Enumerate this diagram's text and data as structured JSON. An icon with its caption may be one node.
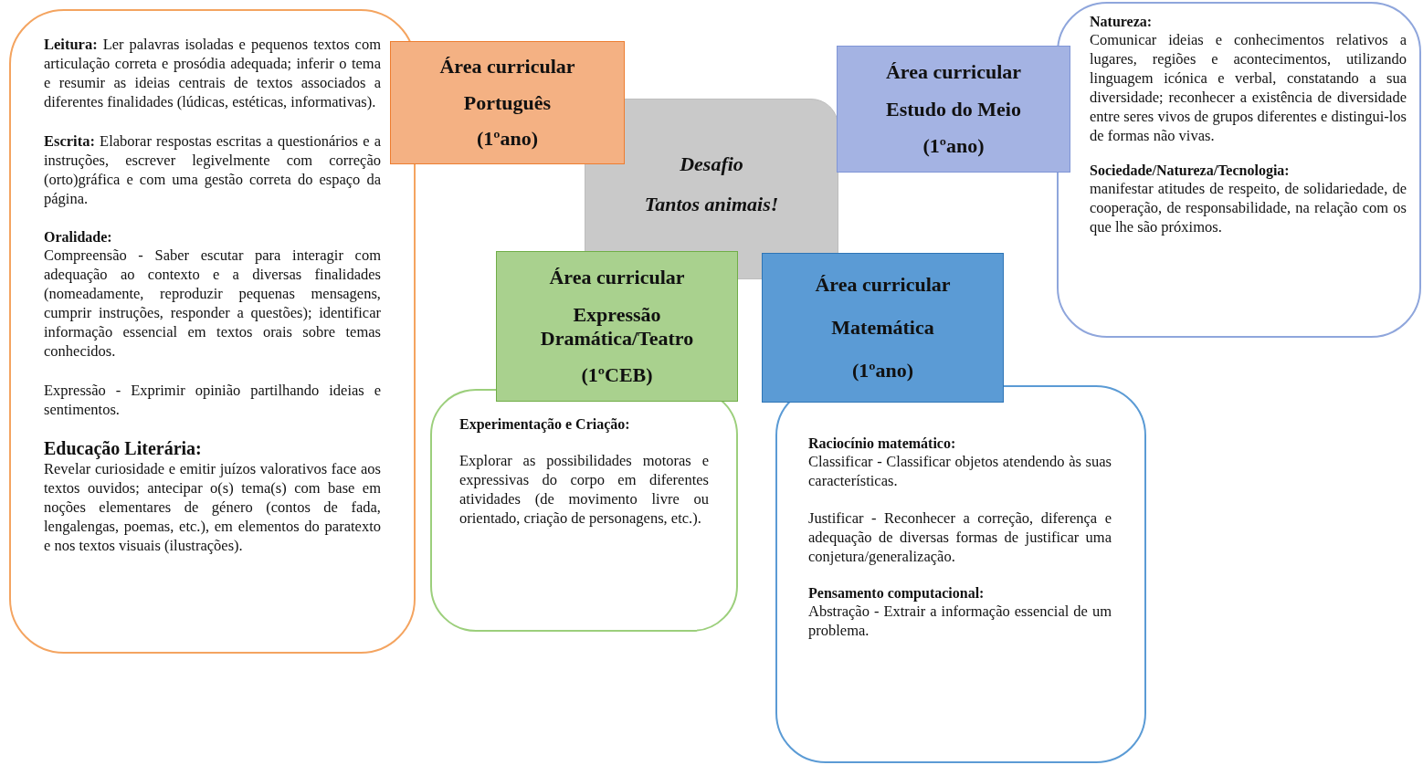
{
  "diagram": {
    "nodes": [
      {
        "text": [
          "Desafio",
          "Tantos animais!"
        ]
      },
      {
        "text": [
          "Área curricular",
          "Português",
          "(1ºano)"
        ]
      },
      {
        "text": [
          "**Leitura:** Ler palavras isoladas e pequenos textos com articulação correta e prosódia adequada; inferir o tema e resumir as ideias centrais de textos associados a diferentes finalidades (lúdicas, estéticas, informativas).",
          "**Escrita:** Elaborar respostas escritas a questionários e a instruções, escrever legivelmente com correção (orto)gráfica e com uma gestão correta do espaço da página.",
          "Oralidade:",
          "Compreensão - Saber escutar para interagir com adequação ao contexto e a diversas finalidades (nomeadamente, reproduzir pequenas mensagens, cumprir instruções, responder a questões); identificar informação essencial em textos orais sobre temas conhecidos.",
          "Expressão - Exprimir opinião partilhando ideias e sentimentos.",
          "Educação Literária:",
          "Revelar curiosidade e emitir juízos valorativos face aos textos ouvidos; antecipar o(s) tema(s) com base em noções elementares de género (contos de fada, lengalengas, poemas, etc.), em elementos do paratexto e nos textos visuais (ilustrações)."
        ]
      },
      {
        "text": [
          "Área curricular",
          "Estudo do Meio",
          "(1ºano)"
        ]
      },
      {
        "text": [
          "Natureza:",
          "Comunicar ideias e conhecimentos relativos a lugares, regiões e acontecimentos, utilizando linguagem icónica e verbal, constatando a sua diversidade; reconhecer a existência de diversidade entre seres vivos de grupos diferentes e distingui-los de formas não vivas.",
          "Sociedade/Natureza/Tecnologia:",
          "manifestar atitudes de respeito, de solidariedade, de cooperação, de responsabilidade, na relação com os que lhe são próximos."
        ]
      },
      {
        "text": [
          "Área curricular",
          "Expressão Dramática/Teatro",
          "(1ºCEB)"
        ]
      },
      {
        "text": [
          "Experimentação e Criação:",
          "Explorar as possibilidades motoras e expressivas do corpo em diferentes atividades (de movimento livre ou orientado, criação de personagens, etc.)."
        ]
      },
      {
        "text": [
          "Área curricular",
          "Matemática",
          "(1ºano)"
        ]
      },
      {
        "text": [
          "Raciocínio matemático:",
          "Classificar - Classificar objetos atendendo às suas características.",
          "Justificar - Reconhecer a correção, diferença e adequação de diversas formas de justificar uma conjetura/generalização.",
          "Pensamento computacional:",
          "Abstração - Extrair a informação essencial de um problema."
        ]
      }
    ]
  }
}
